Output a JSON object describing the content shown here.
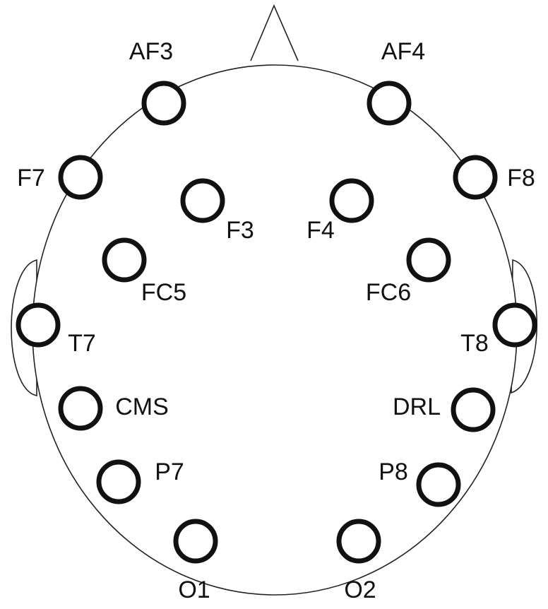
{
  "colors": {
    "outline": "#222222",
    "electrode_stroke": "#111111",
    "label": "#111111",
    "background": "#ffffff"
  },
  "electrodes": [
    {
      "id": "af3",
      "label": "AF3"
    },
    {
      "id": "af4",
      "label": "AF4"
    },
    {
      "id": "f7",
      "label": "F7"
    },
    {
      "id": "f8",
      "label": "F8"
    },
    {
      "id": "f3",
      "label": "F3"
    },
    {
      "id": "f4",
      "label": "F4"
    },
    {
      "id": "fc5",
      "label": "FC5"
    },
    {
      "id": "fc6",
      "label": "FC6"
    },
    {
      "id": "t7",
      "label": "T7"
    },
    {
      "id": "t8",
      "label": "T8"
    },
    {
      "id": "cms",
      "label": "CMS"
    },
    {
      "id": "drl",
      "label": "DRL"
    },
    {
      "id": "p7",
      "label": "P7"
    },
    {
      "id": "p8",
      "label": "P8"
    },
    {
      "id": "o1",
      "label": "O1"
    },
    {
      "id": "o2",
      "label": "O2"
    }
  ]
}
